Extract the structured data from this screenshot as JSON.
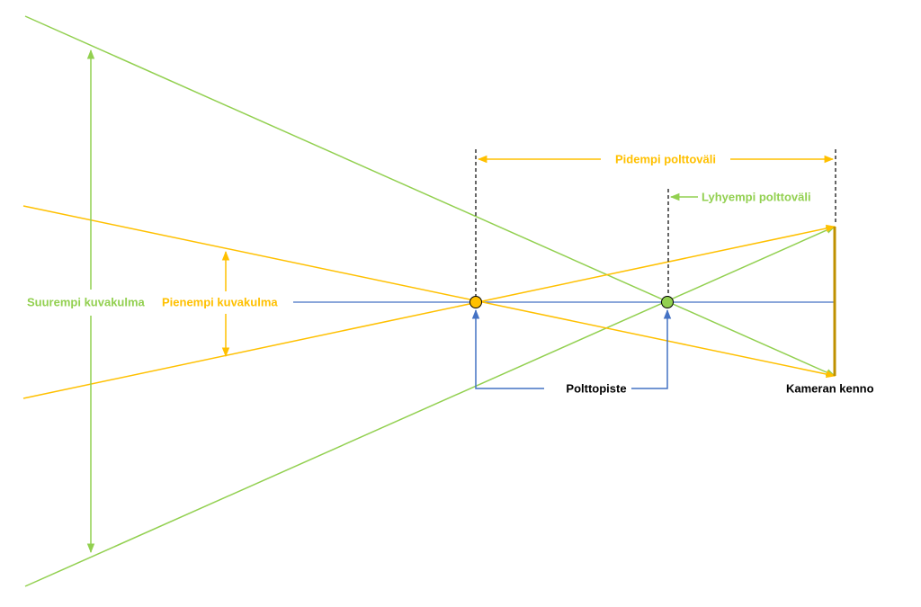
{
  "colors": {
    "green": "#92d050",
    "orange": "#ffc000",
    "blue": "#4472c4",
    "sensor": "#bf9000",
    "dashed": "#000000",
    "black_text": "#000000"
  },
  "labels": {
    "longer_focal_length": "Pidempi polttoväli",
    "shorter_focal_length": "Lyhyempi polttoväli",
    "wider_angle_of_view": "Suurempi kuvakulma",
    "narrower_angle_of_view": "Pienempi kuvakulma",
    "focal_point": "Polttopiste",
    "camera_sensor": "Kameran kenno"
  }
}
